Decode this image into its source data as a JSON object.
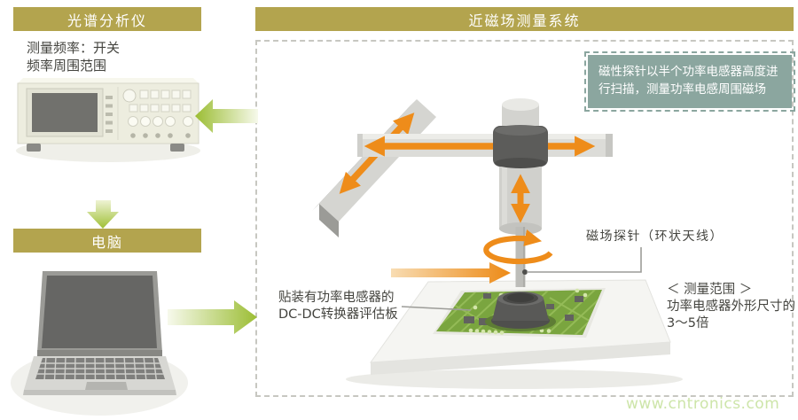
{
  "left_panel": {
    "analyzer_title": "光谱分析仪",
    "analyzer_note_line1": "测量频率：开关",
    "analyzer_note_line2": "频率周围范围",
    "computer_title": "电脑"
  },
  "system_panel": {
    "title": "近磁场测量系统",
    "callout_text": "磁性探针以半个功率电感器高度进行扫描，测量功率电感周围磁场",
    "probe_label": "磁场探针（环状天线）",
    "board_label_line1": "贴装有功率电感器的",
    "board_label_line2": "DC-DC转换器评估板",
    "range_heading": "＜ 测量范围 ＞",
    "range_line1": "功率电感器外形尺寸的",
    "range_line2": "3～5倍"
  },
  "watermark": "www.cntronics.com",
  "colors": {
    "header_bar": "#b3a44e",
    "callout_bg": "#8ba69f",
    "arrow_green": "#9bbd33",
    "arrow_orange": "#ee8c1a",
    "pcb_green": "#7aa53f",
    "watermark_green": "#cde5a9"
  },
  "illustrations": [
    "spectrum-analyzer-illustration",
    "laptop-illustration",
    "xyz-stage-illustration",
    "evaluation-board",
    "power-inductor",
    "probe-rod",
    "rotation-arrow-icon"
  ]
}
